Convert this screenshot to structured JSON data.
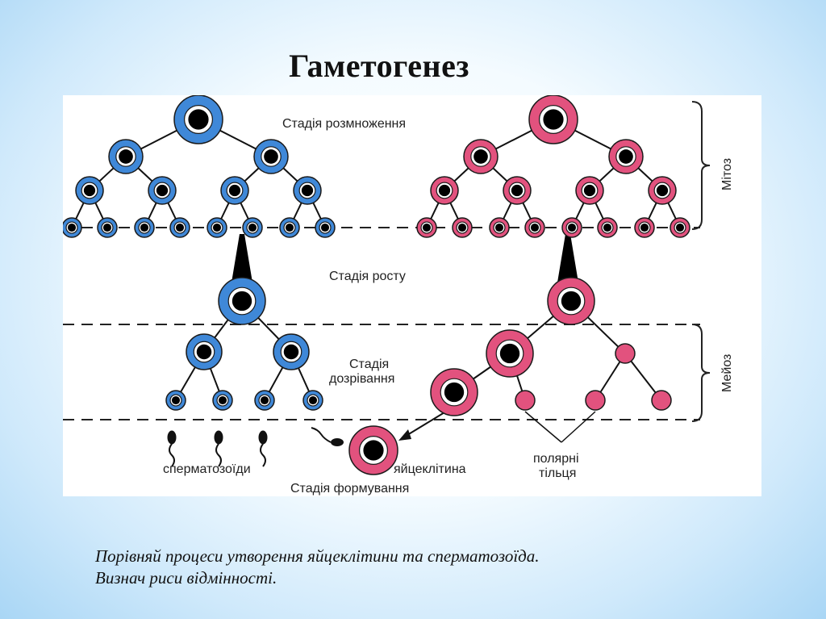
{
  "title": "Гаметогенез",
  "labels": {
    "stage_reproduction": "Стадія розмноження",
    "stage_growth": "Стадія росту",
    "stage_maturation_1": "Стадія",
    "stage_maturation_2": "дозрівання",
    "stage_formation": "Стадія формування",
    "spermatozoa": "сперматозоїди",
    "ovum": "яйцеклітина",
    "polar_bodies_1": "полярні",
    "polar_bodies_2": "тільця",
    "mitosis": "Мітоз",
    "meiosis": "Мейоз"
  },
  "caption": {
    "line1": "Порівняй процеси утворення яйцеклітини та сперматозоїда.",
    "line2": "Визнач риси відмінності."
  },
  "colors": {
    "male_cell": "#3f88d8",
    "female_cell": "#e2527e",
    "nucleus": "#000000",
    "line": "#111111"
  }
}
